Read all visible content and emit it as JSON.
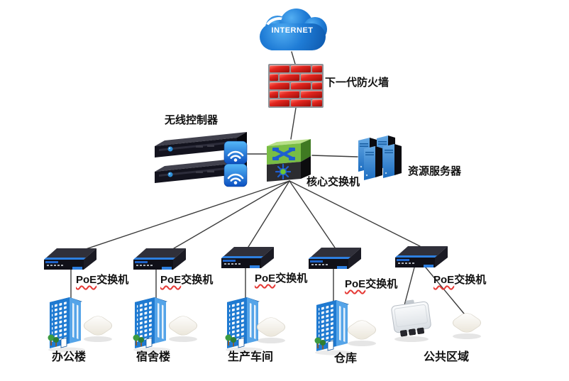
{
  "diagram": {
    "internet": {
      "label": "INTERNET"
    },
    "firewall": {
      "label": "下一代防火墙"
    },
    "wireless_controller": {
      "label": "无线控制器"
    },
    "core_switch": {
      "label": "核心交换机"
    },
    "resource_server": {
      "label": "资源服务器"
    },
    "poe_switch_labels": [
      {
        "prefix": "PoE",
        "suffix": "交换机"
      },
      {
        "prefix": "PoE",
        "suffix": "交换机"
      },
      {
        "prefix": "PoE",
        "suffix": "交换机"
      },
      {
        "prefix": "PoE",
        "suffix": "交换机"
      },
      {
        "prefix": "PoE",
        "suffix": "交换机"
      }
    ],
    "sites": [
      {
        "label": "办公楼"
      },
      {
        "label": "宿舍楼"
      },
      {
        "label": "生产车间"
      },
      {
        "label": "仓库"
      },
      {
        "label": "公共区域"
      }
    ],
    "colors": {
      "cloud_blue": "#1f7cd6",
      "brick_red": "#c21f16",
      "building_blue": "#1f7ad1",
      "accent_blue": "#2d7fe0",
      "core_green": "#79bd45",
      "device_dark": "#13131e",
      "line": "#3b3b3b",
      "spellcheck_underline": "#e53935"
    }
  }
}
